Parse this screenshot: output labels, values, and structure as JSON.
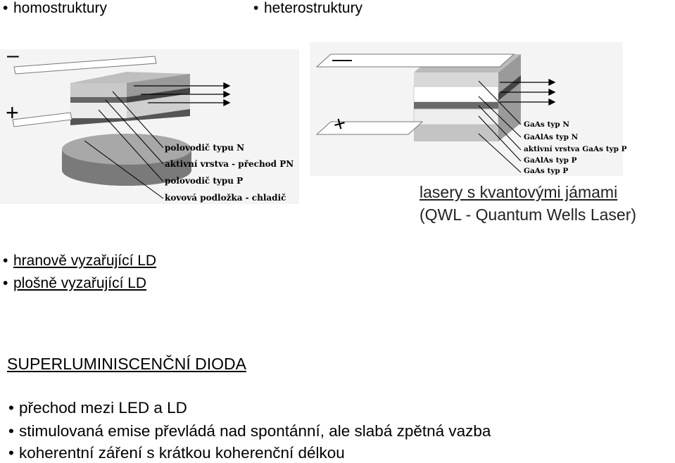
{
  "top_bullets": {
    "left": "homostruktury",
    "right": "heterostruktury"
  },
  "homo_figure": {
    "minus": "–",
    "plus": "+",
    "labels": [
      "polovodič typu N",
      "aktivní vrstva - přechod PN",
      "polovodič typu P",
      "kovová podložka - chladič"
    ]
  },
  "hetero_figure": {
    "minus": "—",
    "plus": "+",
    "labels": [
      "GaAs typ N",
      "GaAlAs typ N",
      "aktivní vrstva GaAs typ P",
      "GaAlAs typ P",
      "GaAs typ P"
    ]
  },
  "qwl": {
    "line1": "lasery s kvantovými jámami",
    "line2": "(QWL - Quantum Wells Laser)"
  },
  "ld_types": [
    "hranově vyzařující LD",
    "plošně vyzařující LD"
  ],
  "sld": {
    "title": "SUPERLUMINISCENČNÍ DIODA",
    "items": [
      "přechod mezi LED a LD",
      "stimulovaná emise převládá nad spontánní, ale slabá zpětná vazba",
      "koherentní záření s krátkou koherenční délkou"
    ]
  }
}
